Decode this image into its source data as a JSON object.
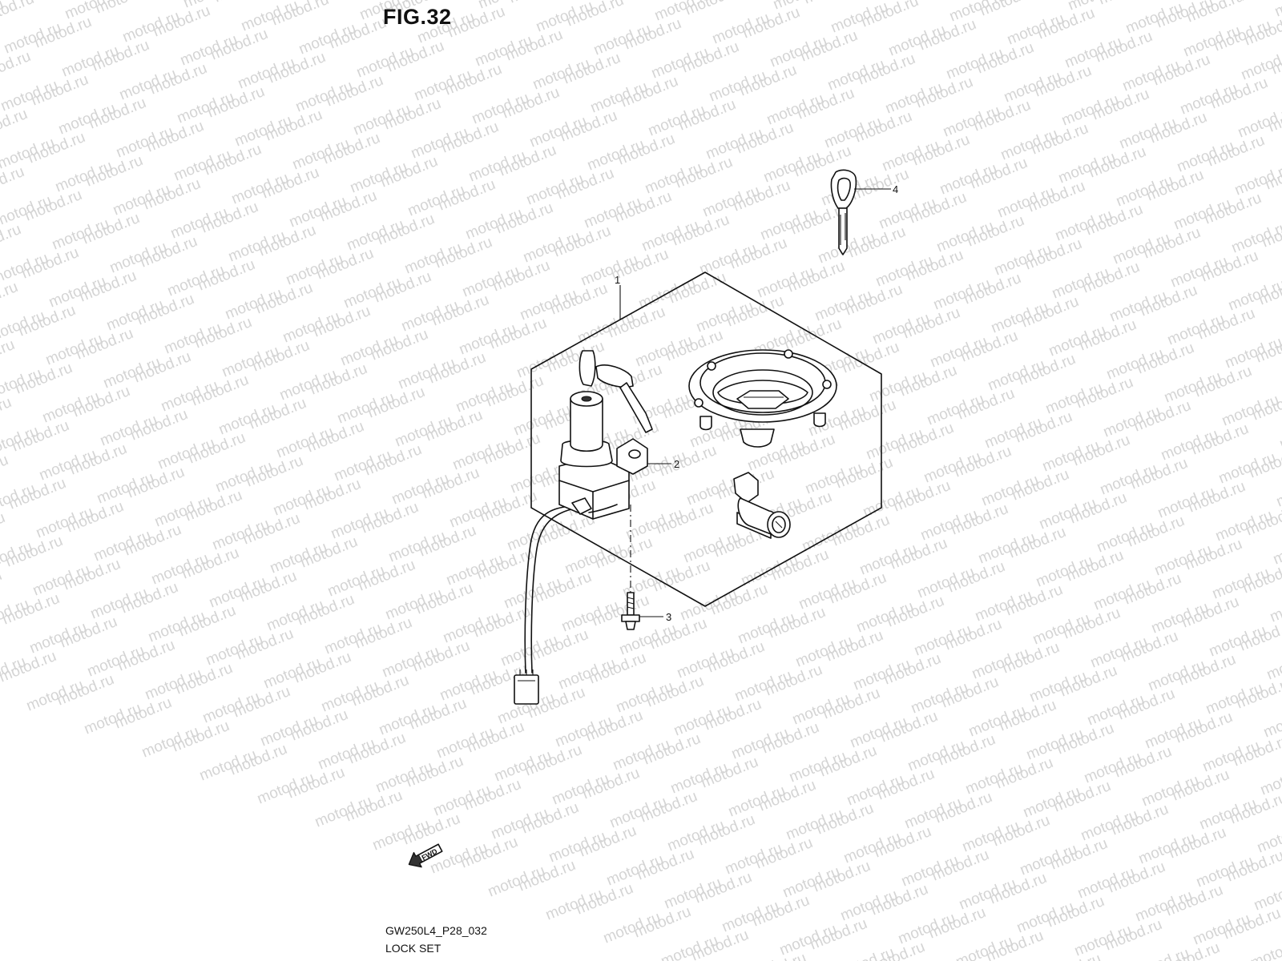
{
  "figure_title": "FIG.32",
  "callouts": [
    "1",
    "2",
    "3",
    "4"
  ],
  "fwd_label": "FWD",
  "diagram_code": "GW250L4_P28_032",
  "caption": "LOCK SET",
  "watermark_text": "motod.ru",
  "colors": {
    "line": "#111111",
    "watermark": "#d4d4d4",
    "background": "#ffffff"
  }
}
